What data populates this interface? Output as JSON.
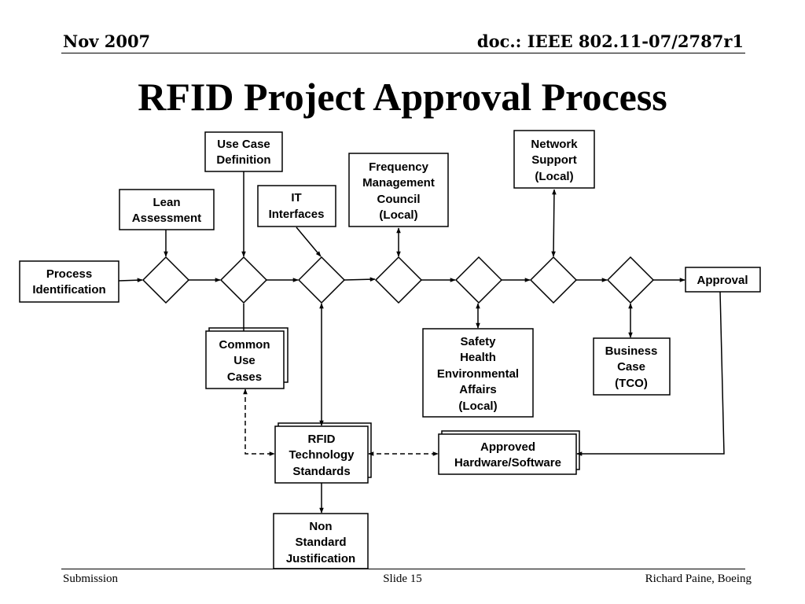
{
  "header": {
    "date": "Nov 2007",
    "doc_id": "doc.: IEEE 802.11-07/2787r1"
  },
  "title": "RFID Project Approval Process",
  "footer": {
    "left": "Submission",
    "center": "Slide 15",
    "right": "Richard Paine, Boeing"
  },
  "diagram": {
    "process_identification": [
      "Process",
      "Identification"
    ],
    "lean_assessment": [
      "Lean",
      "Assessment"
    ],
    "use_case_definition": [
      "Use Case",
      "Definition"
    ],
    "it_interfaces": [
      "IT",
      "Interfaces"
    ],
    "frequency_management_council": [
      "Frequency",
      "Management",
      "Council",
      "(Local)"
    ],
    "network_support": [
      "Network",
      "Support",
      "(Local)"
    ],
    "approval": [
      "Approval"
    ],
    "common_use_cases": [
      "Common",
      "Use",
      "Cases"
    ],
    "safety_health_environmental": [
      "Safety",
      "Health",
      "Environmental",
      "Affairs",
      "(Local)"
    ],
    "business_case": [
      "Business",
      "Case",
      "(TCO)"
    ],
    "rfid_technology_standards": [
      "RFID",
      "Technology",
      "Standards"
    ],
    "approved_hardware_software": [
      "Approved",
      "Hardware/Software"
    ],
    "non_standard_justification": [
      "Non",
      "Standard",
      "Justification"
    ]
  }
}
